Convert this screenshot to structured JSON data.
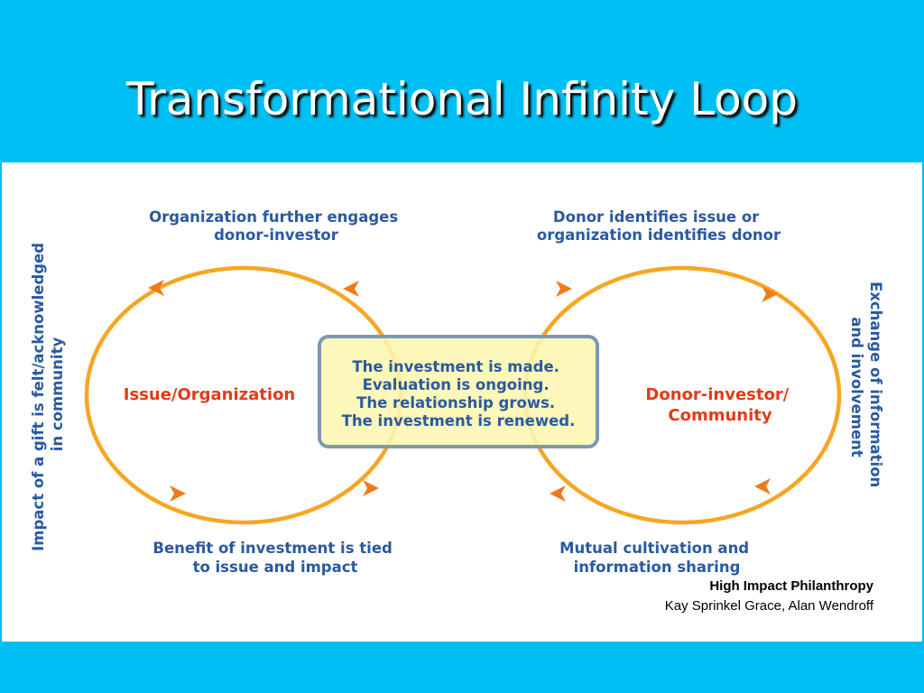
{
  "slide": {
    "title": "Transformational Infinity Loop"
  },
  "diagram": {
    "top_left_label": [
      "Organization further engages",
      "donor-investor"
    ],
    "top_right_label": [
      "Donor identifies issue or",
      "organization identifies donor"
    ],
    "bottom_left_label": [
      "Benefit of investment is tied",
      "to issue and impact"
    ],
    "bottom_right_label": [
      "Mutual cultivation and",
      "information sharing"
    ],
    "left_side_label": [
      "Impact of a gift is felt/acknowledged",
      "in community"
    ],
    "right_side_label": [
      "Exchange of information",
      "and involvement"
    ],
    "left_node": "Issue/Organization",
    "right_node": [
      "Donor-investor/",
      "Community"
    ],
    "center_box": [
      "The investment is made.",
      "Evaluation is ongoing.",
      "The relationship grows.",
      "The investment is renewed."
    ],
    "colors": {
      "loop": "#f6a623",
      "arrow": "#f07a1a",
      "label_blue": "#2a5aa0",
      "node_red": "#e23b19",
      "box_fill": "#fdf6b0",
      "box_border": "#7d97b8"
    }
  },
  "source": {
    "title": "High Impact Philanthropy",
    "authors": "Kay Sprinkel Grace, Alan Wendroff"
  }
}
